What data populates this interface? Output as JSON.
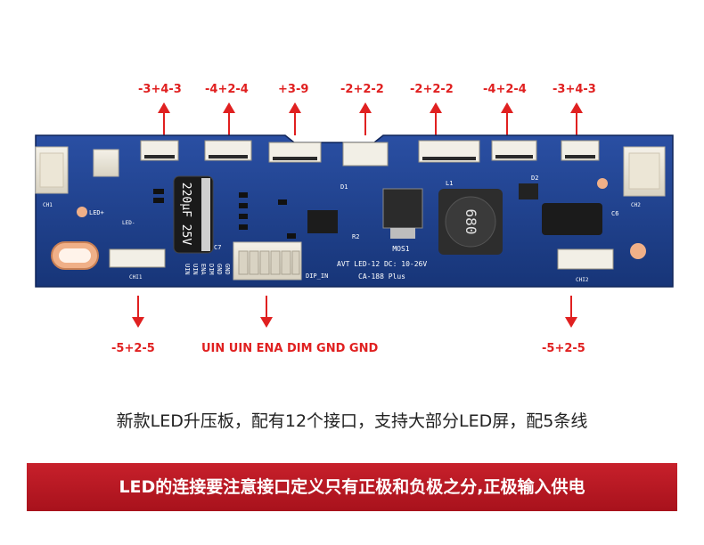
{
  "top_labels": [
    "-3+4-3",
    "-4+2-4",
    "+3-9",
    "-2+2-2",
    "-2+2-2",
    "-4+2-4",
    "-3+4-3"
  ],
  "bottom_labels": [
    "-5+2-5",
    "UIN UIN ENA DIM GND GND",
    "-5+2-5"
  ],
  "board": {
    "model_line1": "AVT LED-12 DC: 10-26V",
    "model_line2": "CA-188 Plus",
    "capacitor": "220μF 25V",
    "dip_label": "DIP_IN",
    "inductor": "680",
    "mos": "MOS1",
    "silk_labels": {
      "ch1": "CH1",
      "ch2": "CH2",
      "chi1": "CHI1",
      "chi2": "CHI2",
      "led_plus": "LED+",
      "led_minus": "LED-",
      "l1": "L1",
      "d1": "D1",
      "d2": "D2",
      "c6": "C6",
      "c7": "C7",
      "r2": "R2",
      "pin_labels": [
        "UIN",
        "UIN",
        "ENA",
        "DIM",
        "GND",
        "GND"
      ]
    }
  },
  "caption1": "新款LED升压板，配有12个接口，支持大部分LED屏，配5条线",
  "banner": "LED的连接要注意接口定义只有正极和负极之分,正极输入供电",
  "colors": {
    "accent": "#e02020",
    "board": "#1d3f8f",
    "banner": "#b51822"
  }
}
